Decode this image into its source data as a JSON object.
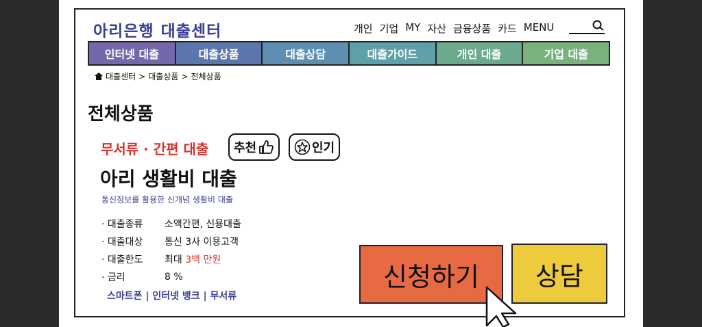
{
  "header": {
    "brand": "아리은행",
    "brand_sub": "대출센터",
    "menu": [
      "개인",
      "기업",
      "MY",
      "자산",
      "금융상품",
      "카드",
      "MENU"
    ]
  },
  "nav": {
    "tabs": [
      {
        "label": "인터넷 대출",
        "color": "#7467ab"
      },
      {
        "label": "대출상품",
        "color": "#5a76ad"
      },
      {
        "label": "대출상담",
        "color": "#5d8fb3"
      },
      {
        "label": "대출가이드",
        "color": "#5f9fa8"
      },
      {
        "label": "개인 대출",
        "color": "#6caa8e"
      },
      {
        "label": "기업 대출",
        "color": "#78b27d"
      }
    ]
  },
  "breadcrumb": {
    "items": [
      "대출센터",
      ">",
      "대출상품",
      ">",
      "전체상품"
    ]
  },
  "page_title": "전체상품",
  "product": {
    "category": "무서류 · 간편 대출",
    "badge_recommend": "추천",
    "badge_popular": "인기",
    "name": "아리 생활비 대출",
    "description": "통신정보를 활용한 신개념 생활비 대출",
    "details": [
      {
        "key": "· 대출종류",
        "value": "소액간편, 신용대출",
        "highlight": ""
      },
      {
        "key": "· 대출대상",
        "value": "통신 3사 이용고객",
        "highlight": ""
      },
      {
        "key": "· 대출한도",
        "value": "최대 ",
        "highlight": "3백 만원"
      },
      {
        "key": "· 금리",
        "value": "8 %",
        "highlight": ""
      }
    ],
    "channels": "스마트폰 | 인터넷 뱅크 | 무서류"
  },
  "actions": {
    "apply": "신청하기",
    "consult": "상담"
  },
  "colors": {
    "brand": "#3b3f94",
    "accent_red": "#d8312b",
    "apply_bg": "#e86a43",
    "consult_bg": "#eecb3d"
  }
}
